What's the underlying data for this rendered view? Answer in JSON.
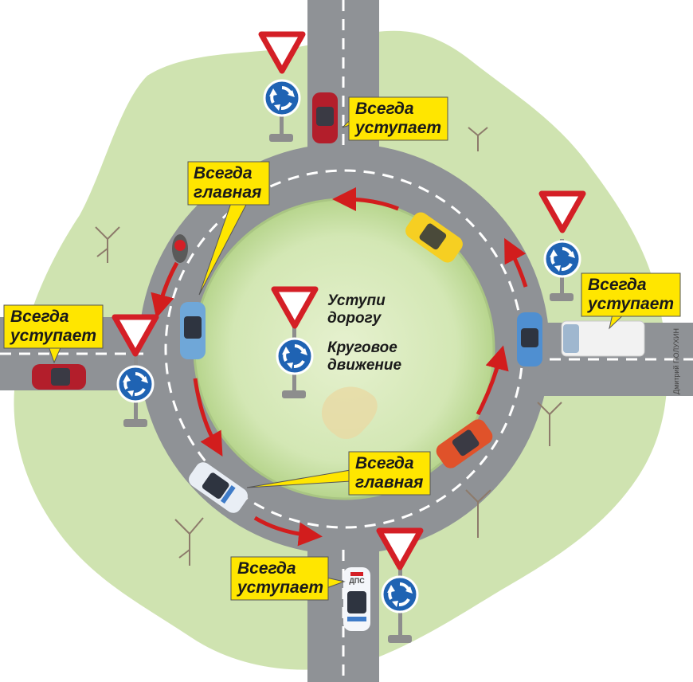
{
  "diagram": {
    "callouts": {
      "top_right": {
        "line1": "Всегда",
        "line2": "уступает"
      },
      "top_left": {
        "line1": "Всегда",
        "line2": "главная"
      },
      "right": {
        "line1": "Всегда",
        "line2": "уступает"
      },
      "left": {
        "line1": "Всегда",
        "line2": "уступает"
      },
      "bottom_right": {
        "line1": "Всегда",
        "line2": "главная"
      },
      "bottom": {
        "line1": "Всегда",
        "line2": "уступает"
      }
    },
    "legend": {
      "yield_label_1": "Уступи",
      "yield_label_2": "дорогу",
      "roundabout_label_1": "Круговое",
      "roundabout_label_2": "движение"
    },
    "police_car_label": "ДПС",
    "credit": "Дмитрий ПОЛУХИН",
    "colors": {
      "grass": "#cfe3b0",
      "center_grass": "#c9e2a3",
      "road": "#8f9296",
      "lane_marking": "#ffffff",
      "arrow": "#d21d1d",
      "callout": "#ffe600",
      "sign_blue": "#1f63b3",
      "sign_red": "#d41f26"
    }
  }
}
